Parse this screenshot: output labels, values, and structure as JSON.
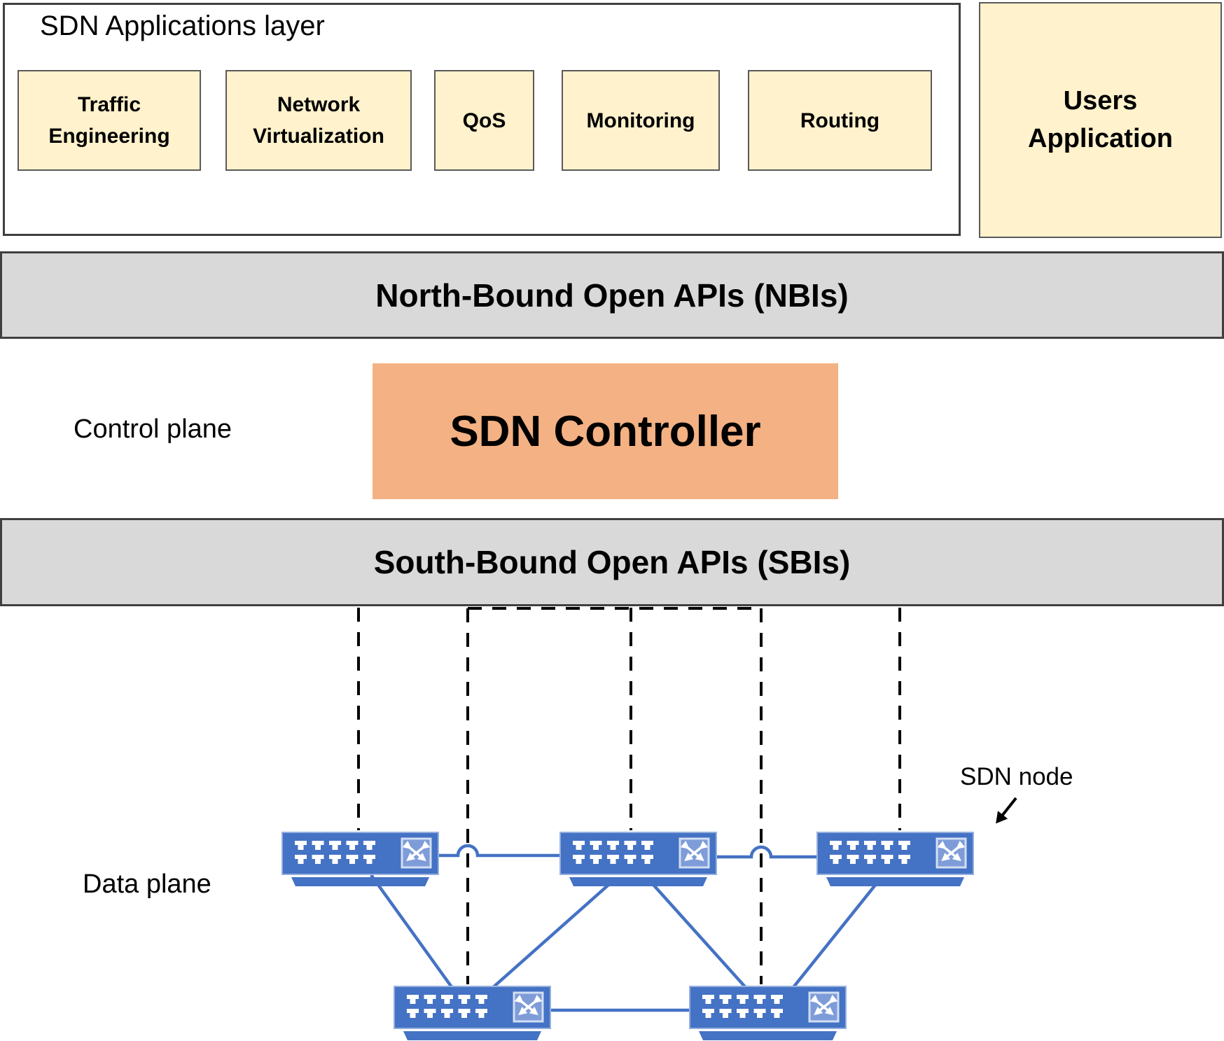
{
  "app_layer": {
    "title": "SDN Applications layer",
    "apps": [
      {
        "label": "Traffic Engineering"
      },
      {
        "label": "Network Virtualization"
      },
      {
        "label": "QoS"
      },
      {
        "label": "Monitoring"
      },
      {
        "label": "Routing"
      }
    ]
  },
  "users_application": {
    "label": "Users Application"
  },
  "nbi_bar": {
    "label": "North-Bound Open APIs (NBIs)"
  },
  "control_plane": {
    "label": "Control plane"
  },
  "controller": {
    "label": "SDN Controller"
  },
  "sbi_bar": {
    "label": "South-Bound Open APIs (SBIs)"
  },
  "data_plane": {
    "label": "Data plane"
  },
  "sdn_node": {
    "label": "SDN node"
  },
  "topology": {
    "switch_count": 5,
    "rows": {
      "top_switches": 3,
      "bottom_switches": 2
    },
    "controller_dashed_links": 5,
    "switch_links": [
      [
        "top1",
        "top2"
      ],
      [
        "top2",
        "top3"
      ],
      [
        "top1",
        "bottom1"
      ],
      [
        "top2",
        "bottom1"
      ],
      [
        "top2",
        "bottom2"
      ],
      [
        "top3",
        "bottom2"
      ],
      [
        "bottom1",
        "bottom2"
      ]
    ]
  },
  "colors": {
    "app_box_fill": "#FFF2CC",
    "app_box_border": "#595959",
    "outer_border": "#3F3F3F",
    "api_bar_fill": "#D9D9D9",
    "controller_fill": "#F4B183",
    "switch_blue": "#4472C4",
    "switch_glyph_fill": "#7E9CD8",
    "link_blue": "#4472C4",
    "dashed_line": "#000000"
  }
}
